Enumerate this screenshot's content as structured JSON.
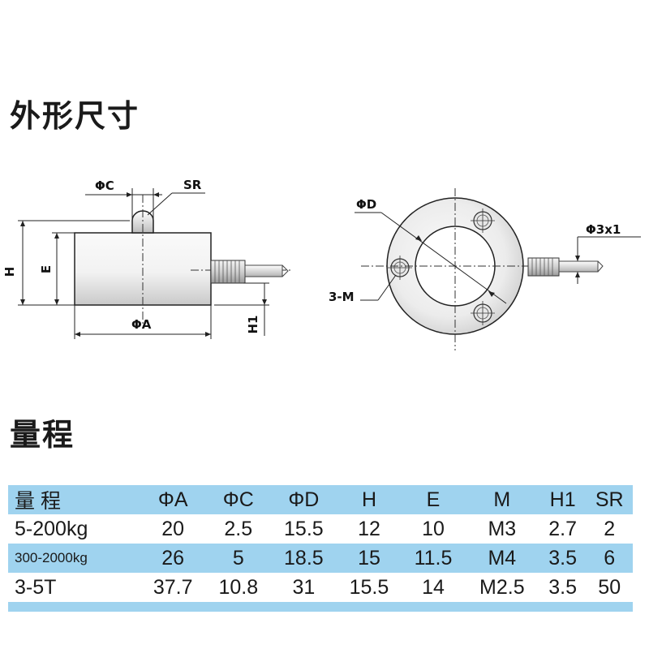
{
  "headings": {
    "dimensions": "外形尺寸",
    "range": "量程"
  },
  "side_view": {
    "labels": {
      "phi_c": "ΦC",
      "sr": "SR",
      "h": "H",
      "e": "E",
      "phi_a": "ΦA",
      "h1": "H1"
    }
  },
  "top_view": {
    "labels": {
      "phi_d": "ΦD",
      "phi_3x1": "Φ3x1",
      "three_m": "3-M"
    }
  },
  "table": {
    "headers": [
      "量 程",
      "ΦA",
      "ΦC",
      "ΦD",
      "H",
      "E",
      "M",
      "H1",
      "SR"
    ],
    "rows": [
      [
        "5-200kg",
        "20",
        "2.5",
        "15.5",
        "12",
        "10",
        "M3",
        "2.7",
        "2"
      ],
      [
        "300-2000kg",
        "26",
        "5",
        "18.5",
        "15",
        "11.5",
        "M4",
        "3.5",
        "6"
      ],
      [
        "3-5T",
        "37.7",
        "10.8",
        "31",
        "15.5",
        "14",
        "M2.5",
        "3.5",
        "50"
      ]
    ]
  },
  "colors": {
    "table_band": "#9fd3ef",
    "line": "#111111",
    "steel_light": "#f2f2f2",
    "steel_dark": "#a6a6a6"
  }
}
